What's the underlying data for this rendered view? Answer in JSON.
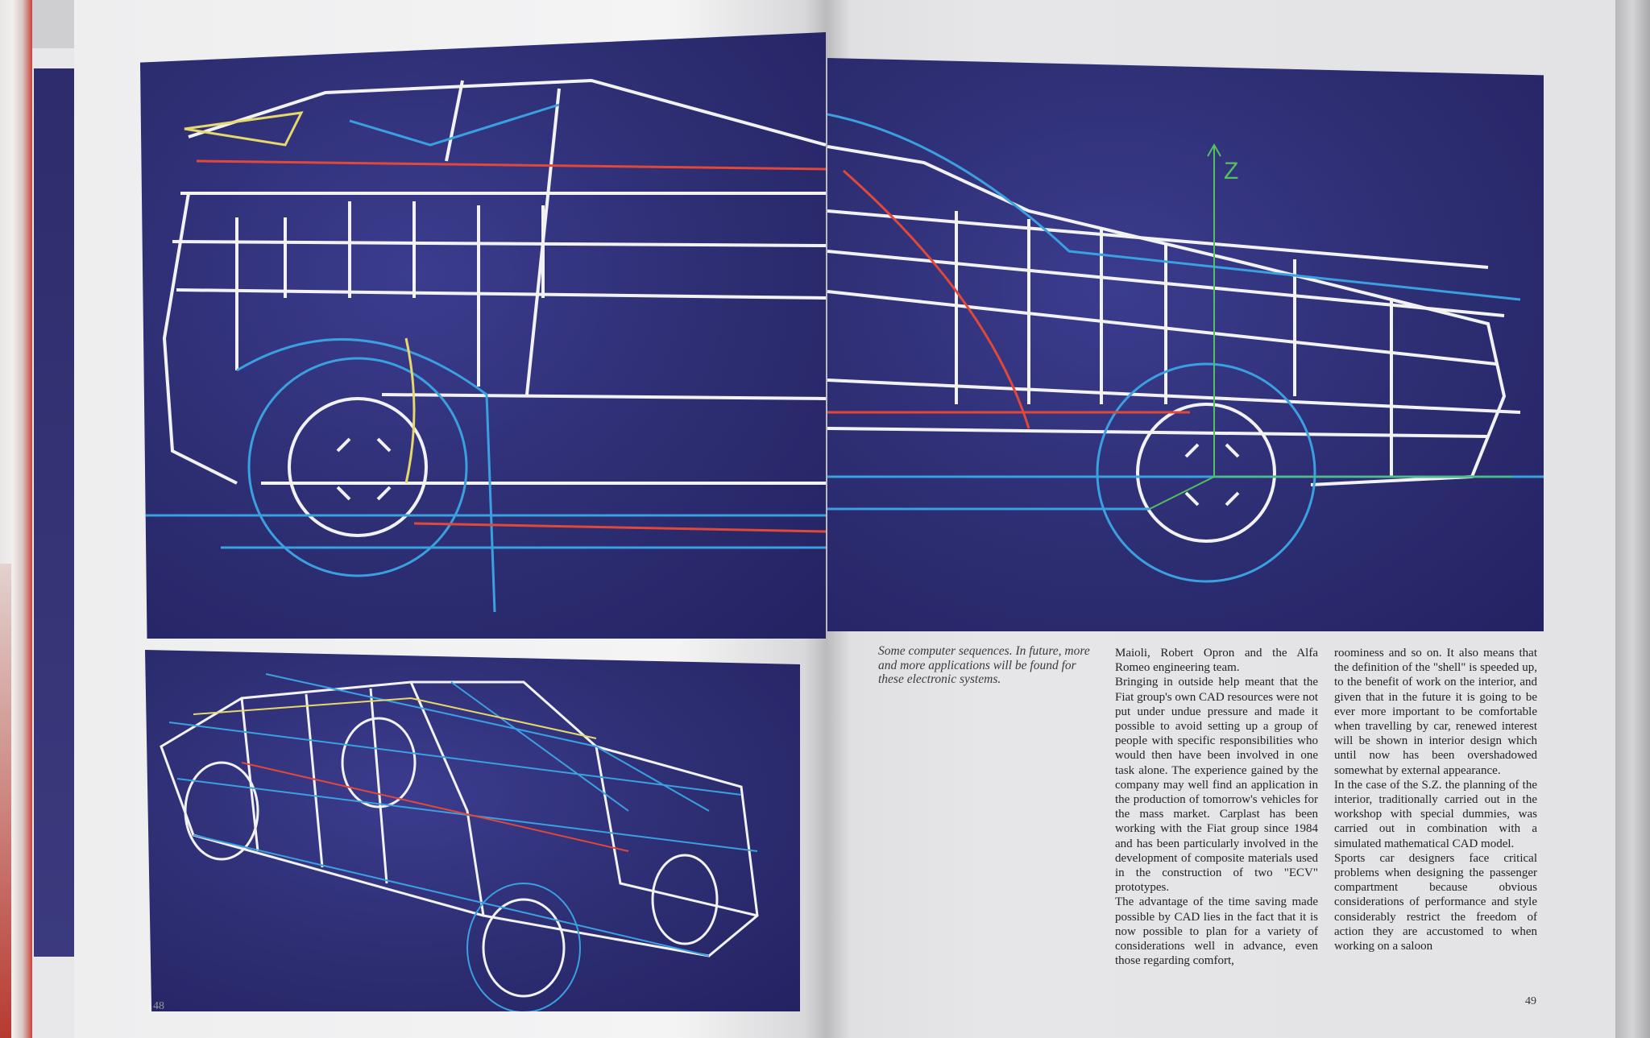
{
  "caption": "Some computer sequences. In future, more and more applications will be found for these electronic systems.",
  "column1": [
    "Maioli, Robert Opron and the Alfa Romeo engineering team.",
    "Bringing in outside help meant that the Fiat group's own CAD resources were not put under undue pressure and made it possible to avoid setting up a group of people with specific responsibilities who would then have been involved in one task alone. The experience gained by the company may well find an application in the production of tomorrow's vehicles for the mass market. Carplast has been working with the Fiat group since 1984 and has been particularly involved in the development of composite materials used in the construction of two \"ECV\" prototypes.",
    "The advantage of the time saving made possible by CAD lies in the fact that it is now possible to plan for a variety of considerations well in advance, even those regarding comfort,"
  ],
  "column2": [
    "roominess and so on. It also means that the definition of the \"shell\" is speeded up, to the benefit of work on the interior, and given that in the future it is going to be ever more important to be comfortable when travelling by car, renewed interest will be shown in interior design which until now has been overshadowed somewhat by external appearance.",
    "In the case of the S.Z. the planning of the interior, traditionally carried out in the workshop with special dummies, was carried out in combination with a simulated mathematical CAD model.",
    "Sports car designers face critical problems when designing the passenger compartment because obvious considerations of performance and style considerably restrict the freedom of action they are accustomed to when working on a saloon"
  ],
  "page_numbers": {
    "left": "48",
    "right": "49"
  },
  "axis_label": "Z",
  "colors": {
    "image_bg": "#2d2d72",
    "wire_white": "#f2f2f2",
    "wire_blue": "#3aa0e0",
    "wire_red": "#e0483a",
    "wire_yellow": "#e6d86a"
  }
}
